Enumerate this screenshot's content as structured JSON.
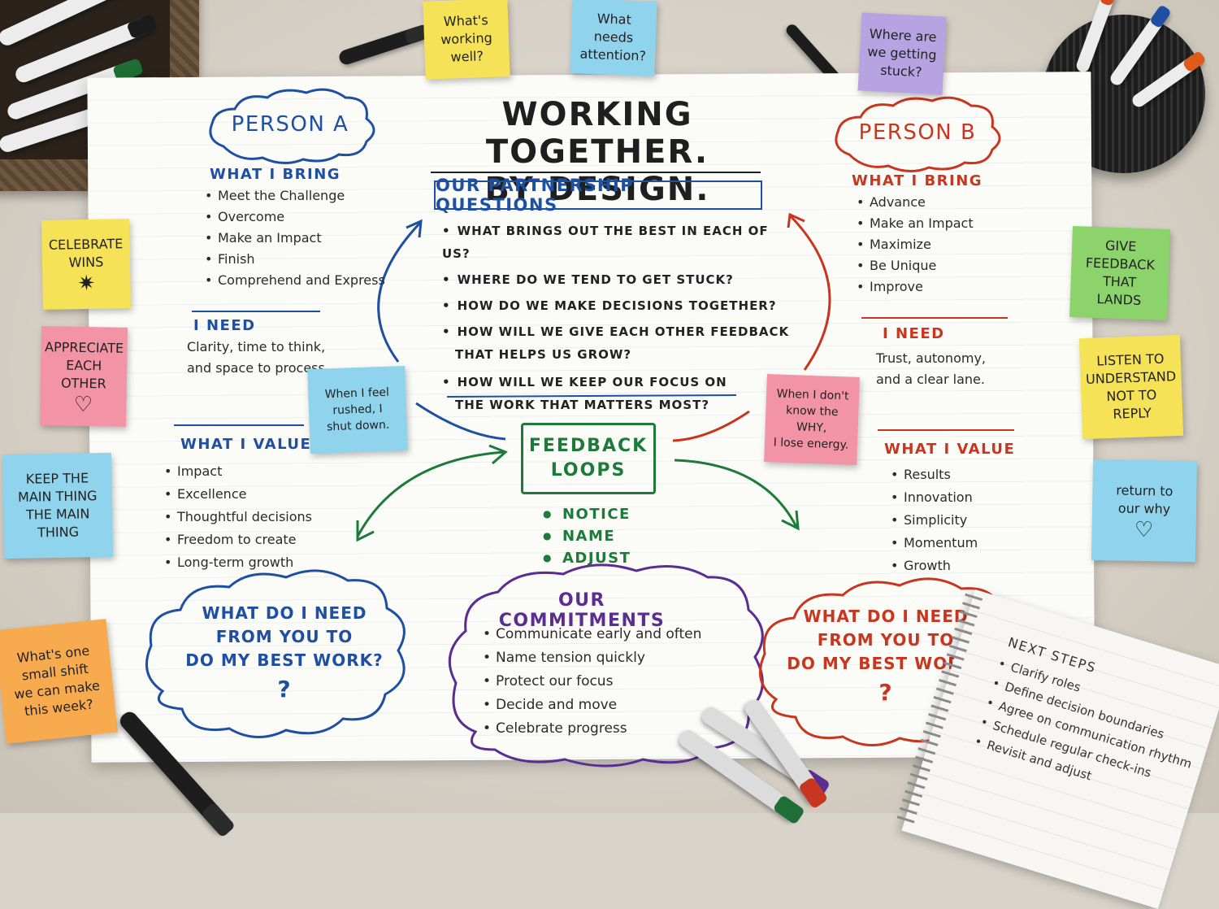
{
  "title": {
    "line1": "WORKING TOGETHER.",
    "line2": "BY DESIGN."
  },
  "person_a": {
    "label": "PERSON A",
    "bring_heading": "WHAT I BRING",
    "bring": [
      "Meet the Challenge",
      "Overcome",
      "Make an Impact",
      "Finish",
      "Comprehend and Express"
    ],
    "need_heading": "I NEED",
    "need_line1": "Clarity, time to think,",
    "need_line2": "and space to process.",
    "value_heading": "WHAT I VALUE",
    "values": [
      "Impact",
      "Excellence",
      "Thoughtful decisions",
      "Freedom to create",
      "Long-term growth"
    ],
    "cloud_line1": "WHAT DO I NEED",
    "cloud_line2": "FROM YOU TO",
    "cloud_line3": "DO MY BEST WORK?",
    "cloud_q": "?"
  },
  "person_b": {
    "label": "PERSON B",
    "bring_heading": "WHAT I BRING",
    "bring": [
      "Advance",
      "Make an Impact",
      "Maximize",
      "Be Unique",
      "Improve"
    ],
    "need_heading": "I NEED",
    "need_line1": "Trust, autonomy,",
    "need_line2": "and a clear lane.",
    "value_heading": "WHAT I VALUE",
    "values": [
      "Results",
      "Innovation",
      "Simplicity",
      "Momentum",
      "Growth"
    ],
    "cloud_line1": "WHAT DO I NEED",
    "cloud_line2": "FROM YOU TO",
    "cloud_line3": "DO MY BEST WORK?",
    "cloud_q": "?"
  },
  "partnership": {
    "heading": "OUR PARTNERSHIP QUESTIONS",
    "questions": [
      {
        "l1": "WHAT BRINGS OUT THE BEST IN EACH OF US?",
        "l2": ""
      },
      {
        "l1": "WHERE DO WE TEND TO GET STUCK?",
        "l2": ""
      },
      {
        "l1": "HOW DO WE MAKE DECISIONS TOGETHER?",
        "l2": ""
      },
      {
        "l1": "HOW WILL WE GIVE EACH OTHER FEEDBACK",
        "l2": "THAT HELPS US GROW?"
      },
      {
        "l1": "HOW WILL WE KEEP OUR FOCUS ON",
        "l2": "THE WORK THAT MATTERS MOST?"
      }
    ]
  },
  "feedback": {
    "line1": "FEEDBACK",
    "line2": "LOOPS",
    "items": [
      "NOTICE",
      "NAME",
      "ADJUST"
    ]
  },
  "commitments": {
    "heading": "OUR COMMITMENTS",
    "items": [
      "Communicate early and often",
      "Name tension quickly",
      "Protect our focus",
      "Decide and move",
      "Celebrate progress"
    ]
  },
  "stickies": {
    "working_well": {
      "l1": "What's",
      "l2": "working",
      "l3": "well?"
    },
    "needs_attention": {
      "l1": "What needs",
      "l2": "attention?"
    },
    "getting_stuck": {
      "l1": "Where are",
      "l2": "we getting",
      "l3": "stuck?"
    },
    "celebrate": {
      "l1": "CELEBRATE",
      "l2": "WINS",
      "glyph": "✷"
    },
    "appreciate": {
      "l1": "APPRECIATE",
      "l2": "EACH OTHER",
      "glyph": "♡"
    },
    "main_thing": {
      "l1": "KEEP THE",
      "l2": "MAIN THING",
      "l3": "THE MAIN",
      "l4": "THING"
    },
    "small_shift": {
      "l1": "What's one",
      "l2": "small shift",
      "l3": "we can make",
      "l4": "this week?"
    },
    "rushed": {
      "l1": "When I feel",
      "l2": "rushed, I",
      "l3": "shut down."
    },
    "know_why": {
      "l1": "When I don't",
      "l2": "know the WHY,",
      "l3": "I lose energy."
    },
    "give_feedback": {
      "l1": "GIVE",
      "l2": "FEEDBACK",
      "l3": "THAT",
      "l4": "LANDS"
    },
    "listen": {
      "l1": "LISTEN TO",
      "l2": "UNDERSTAND",
      "l3": "NOT TO",
      "l4": "REPLY"
    },
    "return_why": {
      "l1": "return to",
      "l2": "our why",
      "glyph": "♡"
    }
  },
  "notebook": {
    "title": "NEXT STEPS",
    "items": [
      "Clarify roles",
      "Define decision boundaries",
      "Agree on communication rhythm",
      "Schedule regular check-ins",
      "Revisit and adjust"
    ]
  },
  "colors": {
    "person_a": "#1e4fa0",
    "person_b": "#c8361f",
    "feedback": "#1d7b3a",
    "commitments": "#5b2d91",
    "sticky_yellow": "#f6e257",
    "sticky_blue": "#8fd3ec",
    "sticky_purple": "#b7a3e1",
    "sticky_pink": "#f293a6",
    "sticky_orange": "#f8aa4f",
    "sticky_green": "#8bd36a"
  },
  "icons": [
    "burst-icon",
    "heart-icon"
  ]
}
